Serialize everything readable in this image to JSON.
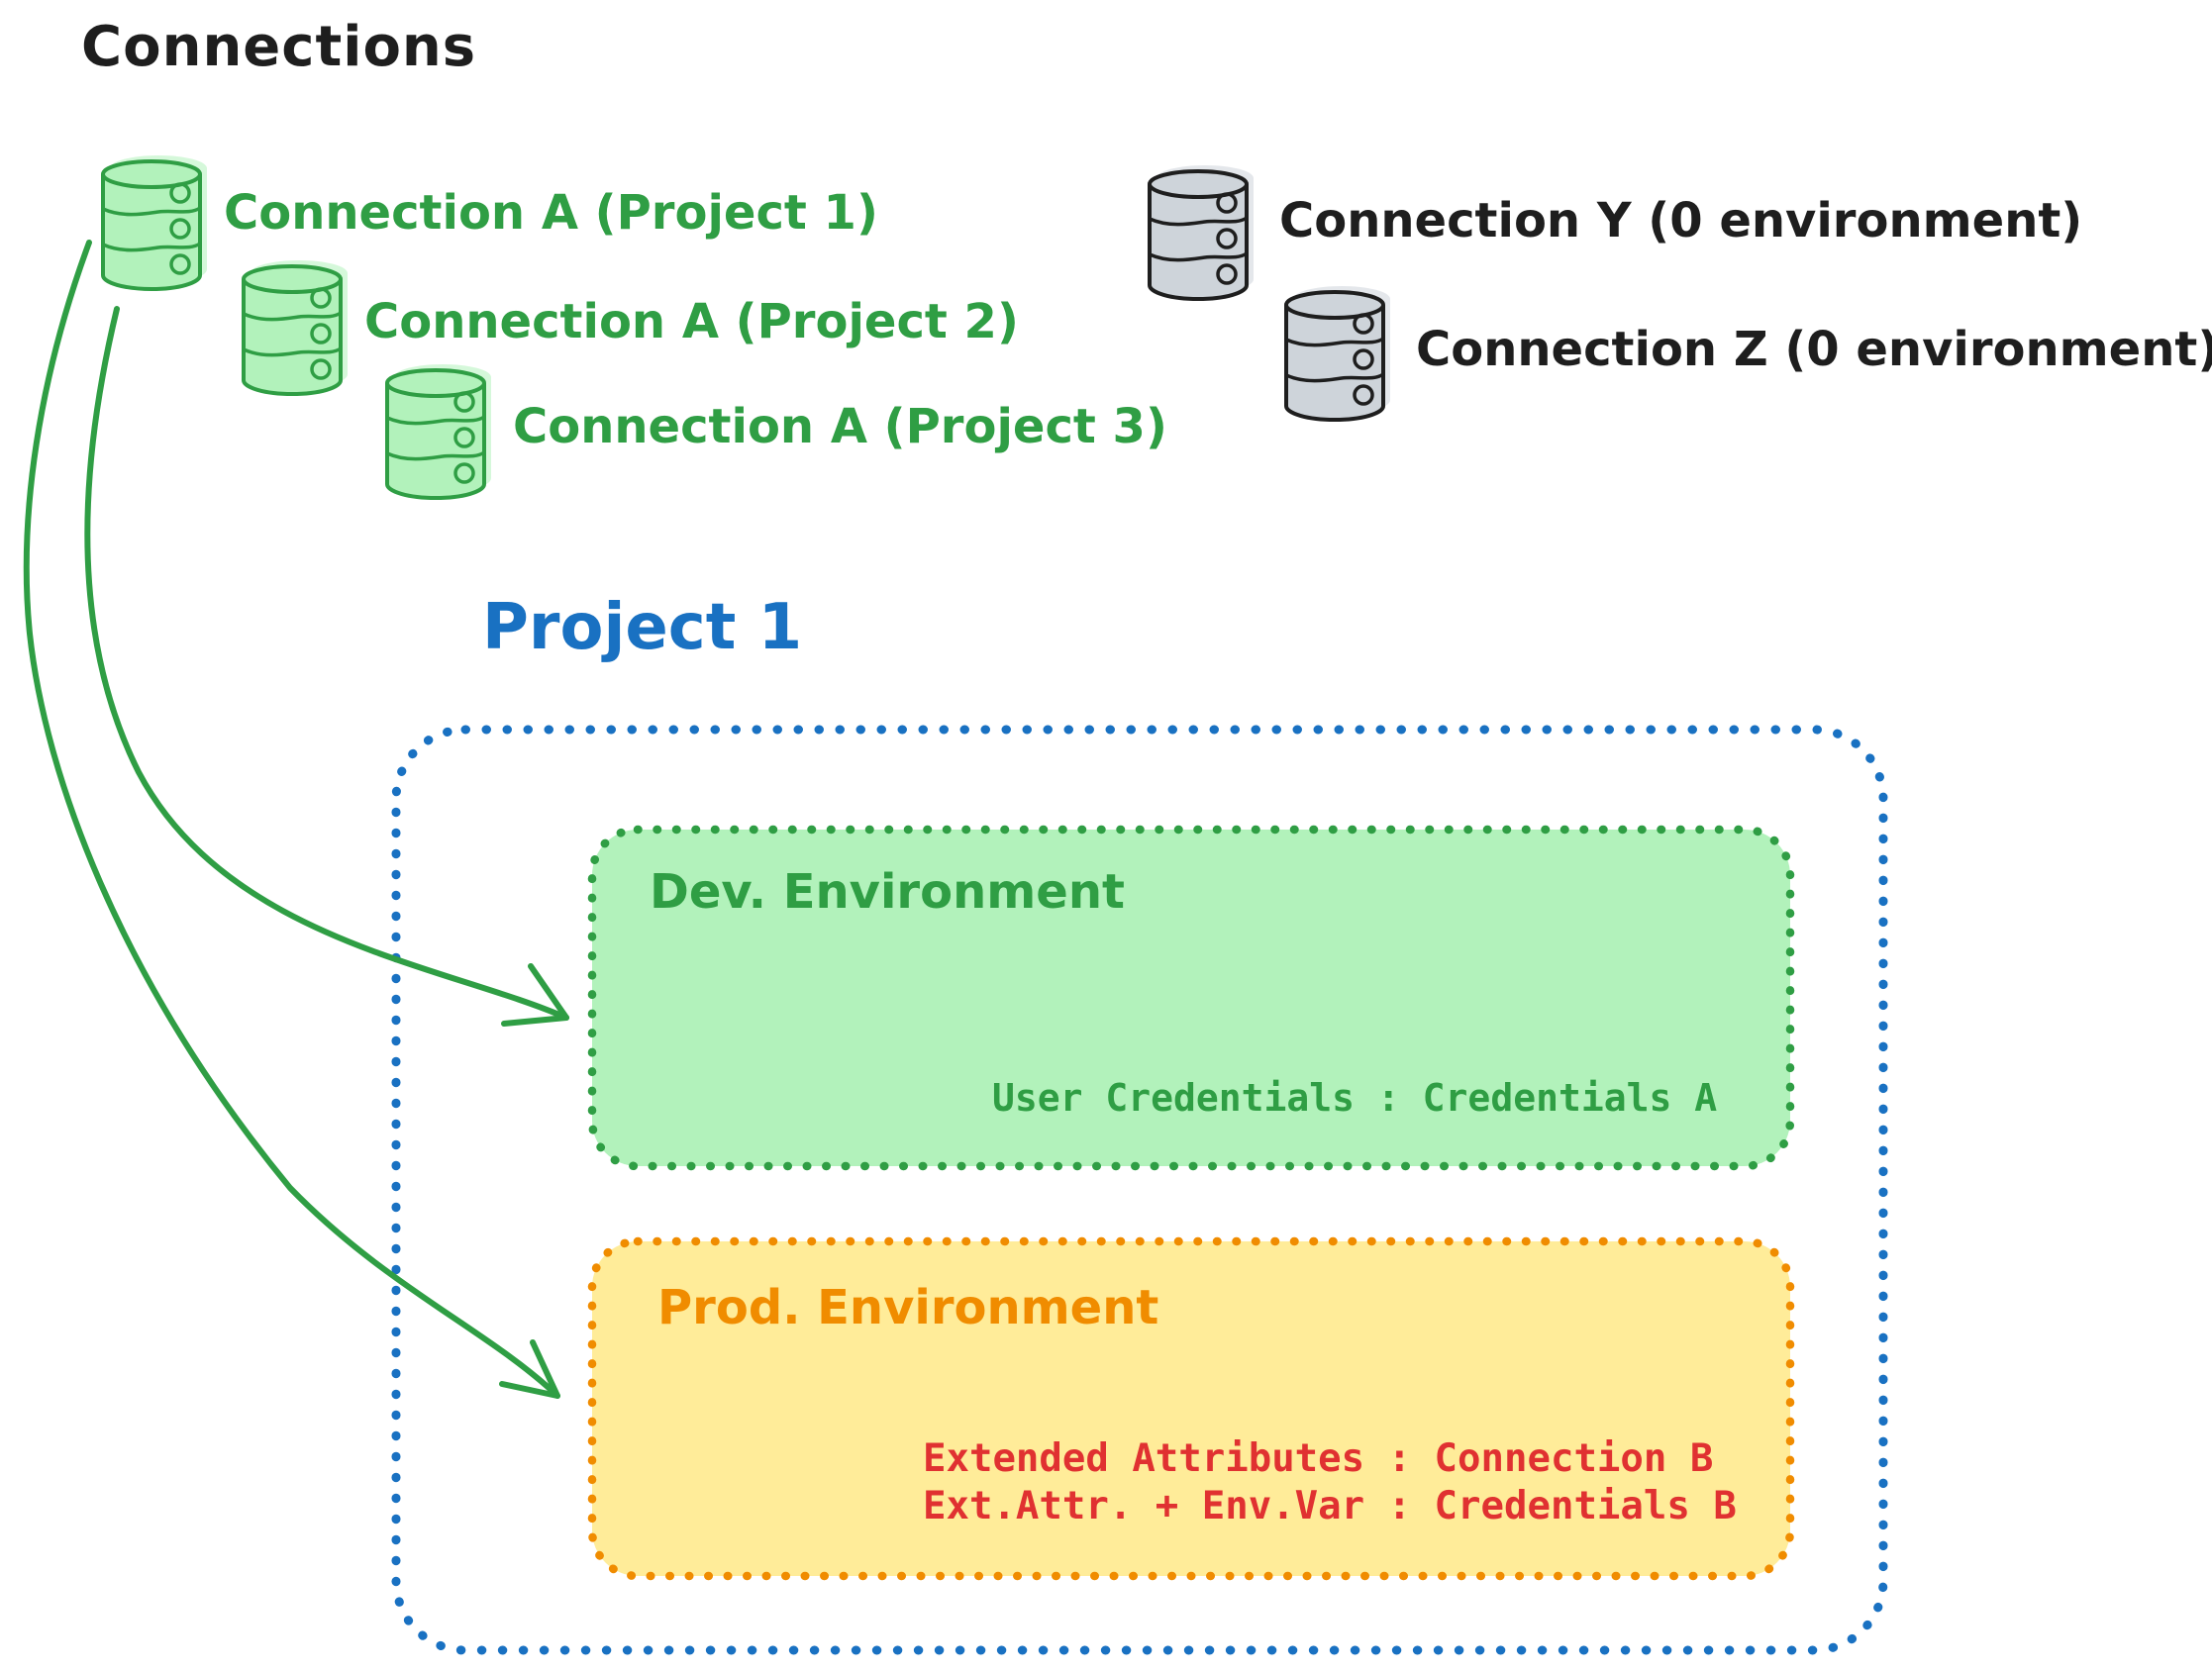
{
  "title": "Connections",
  "connections": [
    {
      "id": "a-project-1",
      "label": "Connection A (Project 1)",
      "color": "green"
    },
    {
      "id": "a-project-2",
      "label": "Connection A (Project 2)",
      "color": "green"
    },
    {
      "id": "a-project-3",
      "label": "Connection A (Project 3)",
      "color": "green"
    },
    {
      "id": "y",
      "label": "Connection Y (0 environment)",
      "color": "gray"
    },
    {
      "id": "z",
      "label": "Connection Z (0 environment)",
      "color": "gray"
    }
  ],
  "project": {
    "title": "Project 1",
    "dev_environment": {
      "title": "Dev. Environment",
      "mapping": "User Credentials : Credentials A"
    },
    "prod_environment": {
      "title": "Prod. Environment",
      "mappings": [
        "Extended Attributes : Connection B",
        "Ext.Attr. + Env.Var : Credentials B"
      ]
    }
  },
  "icons": {
    "database": "database-cylinder-icon",
    "arrow": "curved-green-arrow"
  },
  "colors": {
    "black": "#1e1e1e",
    "green_stroke": "#2f9e44",
    "green_fill": "#b2f2bb",
    "gray_fill": "#ced4da",
    "blue": "#1971c2",
    "orange": "#f08c00",
    "yellow_fill": "#ffec99",
    "red": "#e03131",
    "background": "#ffffff"
  }
}
